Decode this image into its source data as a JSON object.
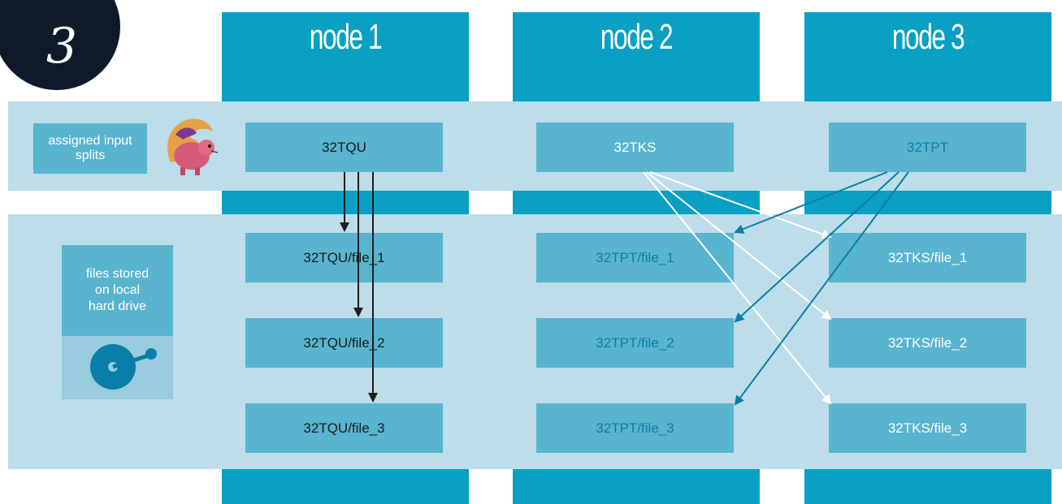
{
  "step": "3",
  "nodes": [
    {
      "label": "node 1"
    },
    {
      "label": "node 2"
    },
    {
      "label": "node 3"
    }
  ],
  "legend": {
    "splits_label": "assigned input splits",
    "files_label": "files stored\non local\nhard drive"
  },
  "splits": [
    "32TQU",
    "32TKS",
    "32TPT"
  ],
  "files": {
    "node1": [
      "32TQU/file_1",
      "32TQU/file_2",
      "32TQU/file_3"
    ],
    "node2": [
      "32TPT/file_1",
      "32TPT/file_2",
      "32TPT/file_3"
    ],
    "node3": [
      "32TKS/file_1",
      "32TKS/file_2",
      "32TKS/file_3"
    ]
  },
  "colors": {
    "column": "#0aa0c3",
    "band": "#bcdde9",
    "box": "#58b4cf",
    "badge": "#0e1a2a",
    "arrow_dark": "#1e1e1e",
    "arrow_white": "#ffffff",
    "arrow_blue": "#0a7ea6"
  },
  "icons": [
    "squirrel-icon",
    "hard-drive-icon"
  ]
}
